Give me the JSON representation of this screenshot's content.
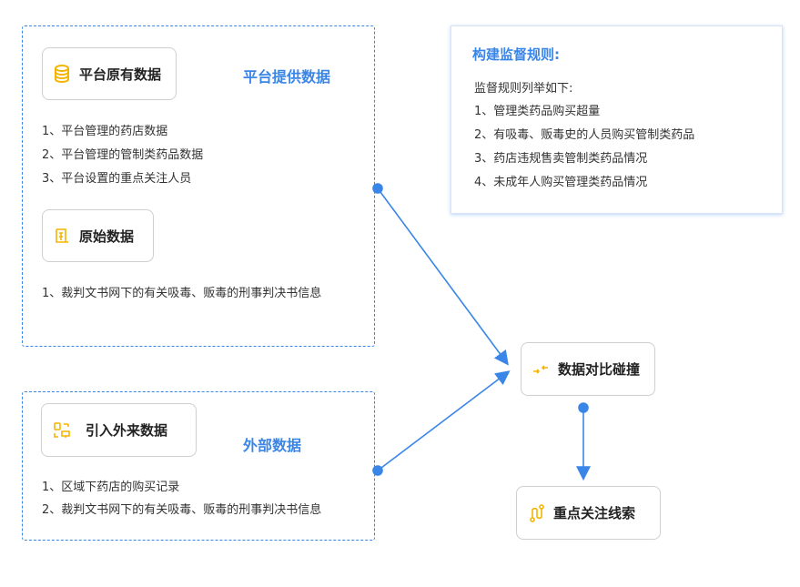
{
  "platform_group": {
    "label": "平台提供数据",
    "node1": "平台原有数据",
    "items1": [
      "1、平台管理的药店数据",
      "2、平台管理的管制类药品数据",
      "3、平台设置的重点关注人员"
    ],
    "node2": "原始数据",
    "items2": [
      "1、裁判文书网下的有关吸毒、贩毒的刑事判决书信息"
    ]
  },
  "external_group": {
    "label": "外部数据",
    "node": "引入外来数据",
    "items": [
      "1、区域下药店的购买记录",
      "2、裁判文书网下的有关吸毒、贩毒的刑事判决书信息"
    ]
  },
  "rules": {
    "title": "构建监督规则:",
    "intro": "监督规则列举如下:",
    "items": [
      "1、管理类药品购买超量",
      "2、有吸毒、贩毒史的人员购买管制类药品",
      "3、药店违规售卖管制类药品情况",
      "4、未成年人购买管理类药品情况"
    ]
  },
  "compare_node": "数据对比碰撞",
  "result_node": "重点关注线索",
  "colors": {
    "accent": "#3a86e8",
    "icon": "#f5b400"
  }
}
